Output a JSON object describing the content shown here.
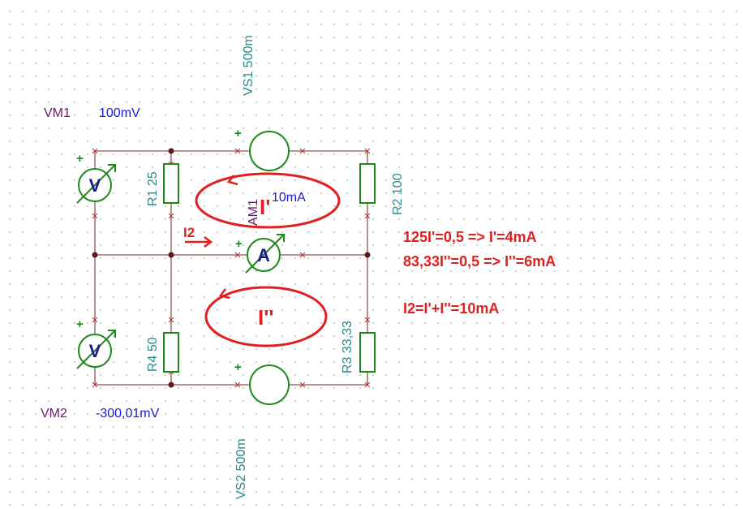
{
  "meters": {
    "vm1": {
      "name": "VM1",
      "reading": "100mV",
      "symbol": "V"
    },
    "vm2": {
      "name": "VM2",
      "reading": "-300,01mV",
      "symbol": "V"
    },
    "am1": {
      "name": "AM1",
      "reading": "10mA",
      "symbol": "A"
    }
  },
  "sources": {
    "vs1": {
      "label": "VS1 500m"
    },
    "vs2": {
      "label": "VS2 500m"
    }
  },
  "resistors": {
    "r1": {
      "label": "R1 25"
    },
    "r2": {
      "label": "R2 100"
    },
    "r3": {
      "label": "R3 33,33"
    },
    "r4": {
      "label": "R4 50"
    }
  },
  "polarity_mark": "+",
  "loops": {
    "upper": "I'",
    "lower": "I''"
  },
  "current_label": "I2",
  "equations": [
    "125I'=0,5 => I'=4mA",
    "83,33I''=0,5 => I''=6mA",
    "I2=I'+I''=10mA"
  ],
  "colors": {
    "wire": "#8a5a50",
    "component": "#1a8a1a",
    "annotation": "#e02020",
    "meter_name": "#6a1a6a",
    "meter_reading": "#1a1ad0",
    "component_label": "#2a8a8a"
  }
}
